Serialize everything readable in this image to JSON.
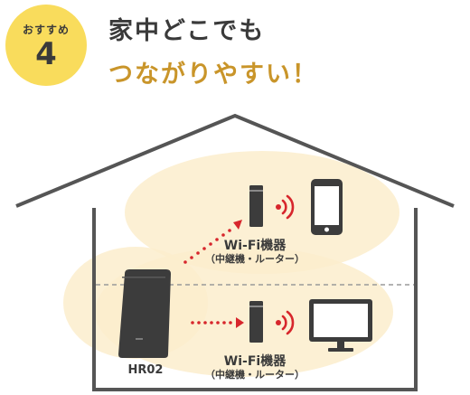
{
  "badge": {
    "label": "おすすめ",
    "number": "4"
  },
  "headline": {
    "line1": "家中どこでも",
    "line2": "つながりやすい！"
  },
  "devices": {
    "upper": {
      "name": "Wi-Fi機器",
      "note": "（中継機・ルーター）"
    },
    "lower": {
      "name": "Wi-Fi機器",
      "note": "（中継機・ルーター）"
    }
  },
  "router": {
    "model": "HR02"
  },
  "colors": {
    "badge": "#f9dc5c",
    "accent": "#c9952a",
    "glow": "#fbedcc",
    "signal": "#d7262c",
    "text": "#3a3a3a"
  },
  "icons": [
    "relay-device-icon",
    "wifi-signal-icon",
    "smartphone-icon",
    "tv-monitor-icon",
    "home-router-icon"
  ]
}
